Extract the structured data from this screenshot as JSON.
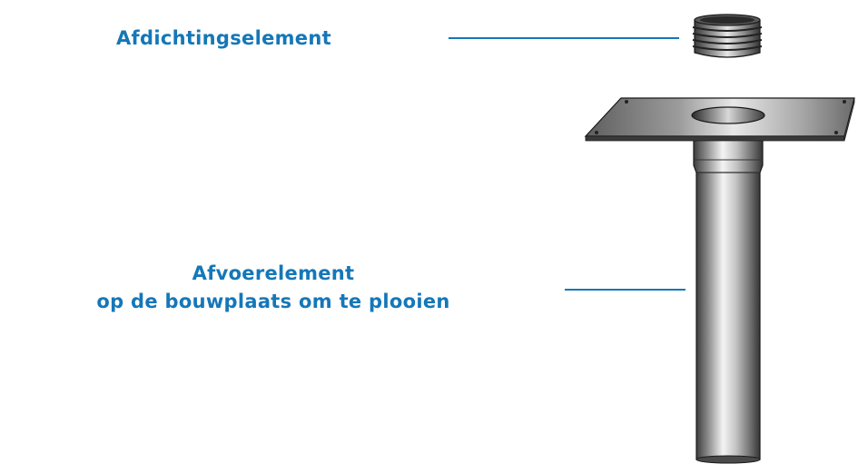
{
  "labels": {
    "seal": "Afdichtingselement",
    "drain_line1": "Afvoerelement",
    "drain_line2": "op de bouwplaats om te plooien"
  },
  "colors": {
    "label_blue": "#1577b8",
    "leader_blue": "#1577b8",
    "metal_dark": "#4a4a4a",
    "metal_light": "#f2f2f2"
  },
  "icons": {
    "seal_part": "ribbed-seal-ring-icon",
    "drain_part": "roof-drain-pipe-with-flange-icon"
  }
}
